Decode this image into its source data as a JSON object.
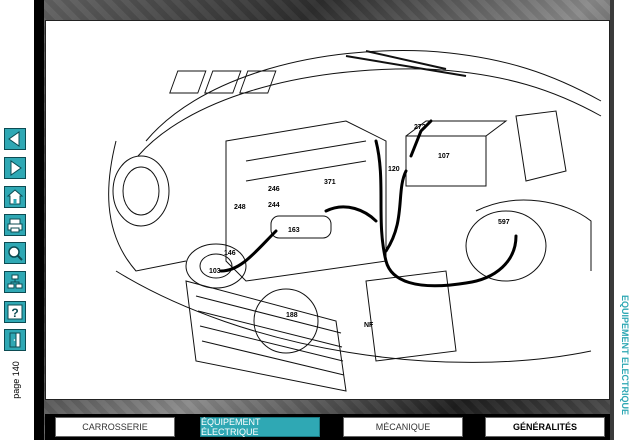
{
  "page": {
    "label": "page 140"
  },
  "nav_buttons": [
    {
      "name": "previous-button",
      "icon": "arrow-left-icon"
    },
    {
      "name": "next-button",
      "icon": "arrow-right-icon"
    },
    {
      "name": "home-button",
      "icon": "house-icon"
    },
    {
      "name": "print-button",
      "icon": "printer-icon"
    },
    {
      "name": "search-button",
      "icon": "magnifier-icon"
    },
    {
      "name": "index-button",
      "icon": "tree-icon"
    },
    {
      "name": "help-button",
      "icon": "question-icon"
    },
    {
      "name": "exit-button",
      "icon": "door-icon"
    }
  ],
  "section_label": "EQUIPEMENT ELECTRIQUE",
  "diagram": {
    "callouts": [
      "272",
      "107",
      "120",
      "371",
      "246",
      "248",
      "244",
      "163",
      "146",
      "103",
      "188",
      "597",
      "NF"
    ]
  },
  "tabs": [
    {
      "label": "CARROSSERIE",
      "active": false
    },
    {
      "label": "ÉQUIPEMENT ÉLECTRIQUE",
      "active": true
    },
    {
      "label": "MÉCANIQUE",
      "active": false
    },
    {
      "label": "GÉNÉRALITÉS",
      "active": false
    }
  ],
  "colors": {
    "accent": "#2fa8b4"
  }
}
